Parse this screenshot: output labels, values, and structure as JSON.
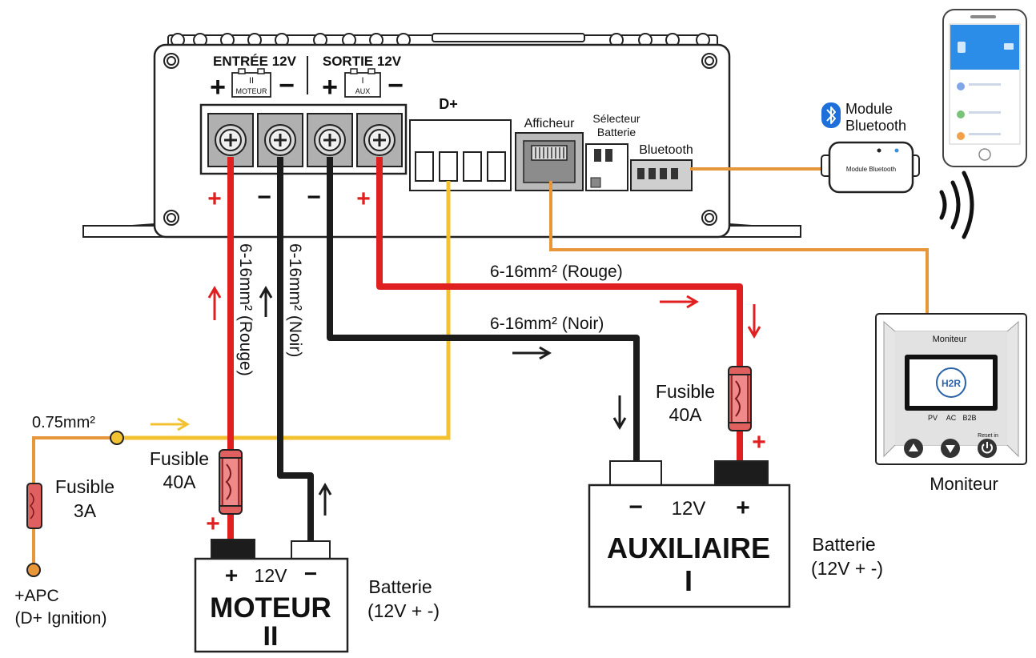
{
  "colors": {
    "red_wire": "#e02020",
    "black_wire": "#1c1c1c",
    "yellow_wire": "#f2c230",
    "orange_wire": "#e8963a",
    "fuse_red": "#d94040",
    "housing": "#f4f4f4",
    "terminal_grey": "#b0b0b0",
    "bluetooth_blue": "#1e6fd9",
    "monitor_face": "#e6e6e6",
    "screen_bg": "#111111"
  },
  "device": {
    "input_label": "ENTRÉE 12V",
    "output_label": "SORTIE 12V",
    "input_plus": "+",
    "input_minus": "−",
    "output_plus": "+",
    "output_minus": "−",
    "input_badge_top": "II",
    "input_badge": "MOTEUR",
    "output_badge_top": "I",
    "output_badge": "AUX",
    "d_plus_label": "D+",
    "display_label": "Afficheur",
    "selector_label_1": "Sélecteur",
    "selector_label_2": "Batterie",
    "bluetooth_port_label": "Bluetooth",
    "pol_1": "+",
    "pol_2": "−",
    "pol_3": "−",
    "pol_4": "+"
  },
  "bluetooth": {
    "title_1": "Module",
    "title_2": "Bluetooth",
    "module_label": "Module Bluetooth",
    "icon": "bluetooth-icon"
  },
  "wires": {
    "red_vertical": "6-16mm² (Rouge)",
    "black_vertical": "6-16mm² (Noir)",
    "red_horizontal": "6-16mm² (Rouge)",
    "black_horizontal": "6-16mm² (Noir)",
    "d_plus_wire": "0.75mm²"
  },
  "fuses": {
    "small_1": "Fusible",
    "small_2": "3A",
    "engine_1": "Fusible",
    "engine_2": "40A",
    "aux_1": "Fusible",
    "aux_2": "40A",
    "engine_plus": "+",
    "aux_plus": "+"
  },
  "ignition": {
    "line_1": "+APC",
    "line_2": "(D+ Ignition)"
  },
  "engine_battery": {
    "plus": "+",
    "voltage": "12V",
    "minus": "−",
    "name": "MOTEUR",
    "number": "II",
    "caption_1": "Batterie",
    "caption_2": "(12V + -)"
  },
  "aux_battery": {
    "minus": "−",
    "voltage": "12V",
    "plus": "+",
    "name": "AUXILIAIRE",
    "number": "I",
    "caption_1": "Batterie",
    "caption_2": "(12V + -)"
  },
  "monitor": {
    "header": "Moniteur",
    "logo": "H2R",
    "pv": "PV",
    "ac": "AC",
    "b2b": "B2B",
    "reset": "Reset in",
    "caption": "Moniteur",
    "up_icon": "up-triangle-icon",
    "down_icon": "down-triangle-icon",
    "power_icon": "power-icon"
  }
}
